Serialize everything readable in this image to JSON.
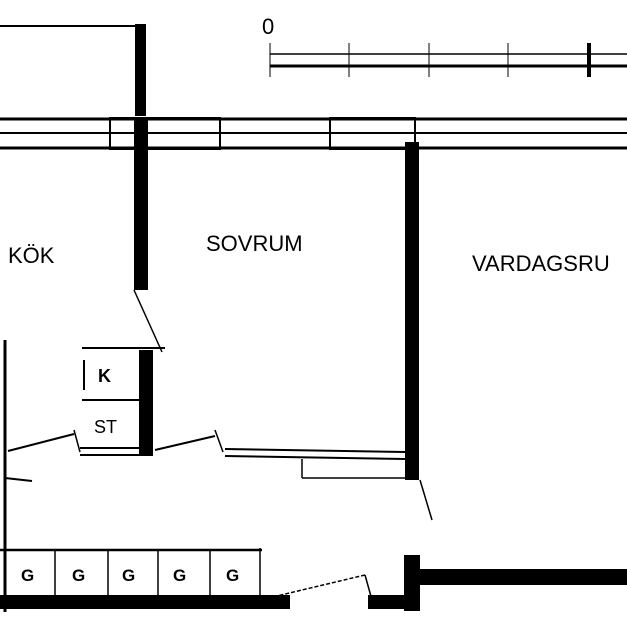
{
  "plan": {
    "scale_zero": "0",
    "rooms": {
      "kitchen": "KÖK",
      "bedroom": "SOVRUM",
      "living_room": "VARDAGSRU"
    },
    "closets": {
      "k": "K",
      "st": "ST"
    },
    "storage_units": [
      "G",
      "G",
      "G",
      "G",
      "G"
    ]
  },
  "colors": {
    "ink": "#000000",
    "paper": "#ffffff"
  }
}
